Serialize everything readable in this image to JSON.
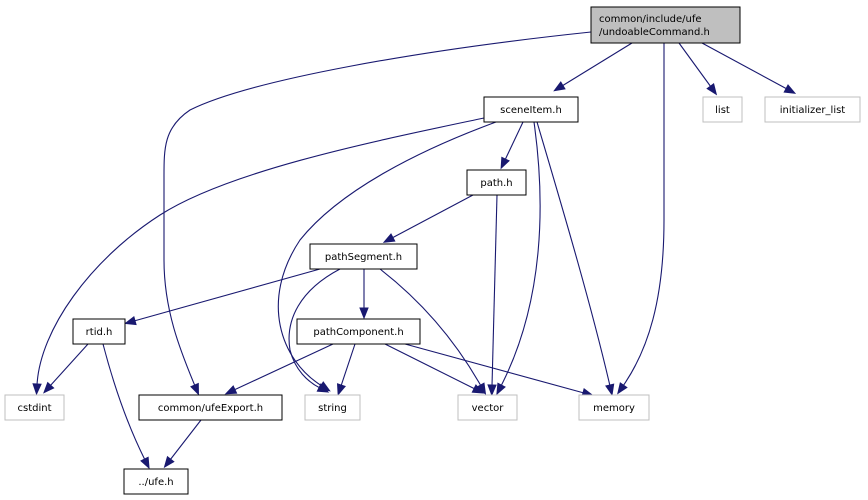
{
  "title": "Include dependency graph for undoableCommand.h",
  "colors": {
    "edge": "#191970",
    "root_fill": "#bfbfbf",
    "node_border": "#000000",
    "external_border": "#bfbfbf",
    "background": "#ffffff"
  },
  "nodes": [
    {
      "id": "undoableCommand",
      "lines": [
        "common/include/ufe",
        "/undoableCommand.h"
      ],
      "kind": "root"
    },
    {
      "id": "sceneItem",
      "lines": [
        "sceneItem.h"
      ],
      "kind": "internal"
    },
    {
      "id": "list",
      "lines": [
        "list"
      ],
      "kind": "external"
    },
    {
      "id": "initializer_list",
      "lines": [
        "initializer_list"
      ],
      "kind": "external"
    },
    {
      "id": "path",
      "lines": [
        "path.h"
      ],
      "kind": "internal"
    },
    {
      "id": "pathSegment",
      "lines": [
        "pathSegment.h"
      ],
      "kind": "internal"
    },
    {
      "id": "rtid",
      "lines": [
        "rtid.h"
      ],
      "kind": "internal"
    },
    {
      "id": "pathComponent",
      "lines": [
        "pathComponent.h"
      ],
      "kind": "internal"
    },
    {
      "id": "cstdint",
      "lines": [
        "cstdint"
      ],
      "kind": "external"
    },
    {
      "id": "ufeExport",
      "lines": [
        "common/ufeExport.h"
      ],
      "kind": "internal"
    },
    {
      "id": "string",
      "lines": [
        "string"
      ],
      "kind": "external"
    },
    {
      "id": "vector",
      "lines": [
        "vector"
      ],
      "kind": "external"
    },
    {
      "id": "memory",
      "lines": [
        "memory"
      ],
      "kind": "external"
    },
    {
      "id": "ufe",
      "lines": [
        "../ufe.h"
      ],
      "kind": "internal"
    }
  ],
  "edges": [
    {
      "from": "undoableCommand",
      "to": "sceneItem"
    },
    {
      "from": "undoableCommand",
      "to": "list"
    },
    {
      "from": "undoableCommand",
      "to": "initializer_list"
    },
    {
      "from": "undoableCommand",
      "to": "memory"
    },
    {
      "from": "undoableCommand",
      "to": "ufeExport"
    },
    {
      "from": "sceneItem",
      "to": "path"
    },
    {
      "from": "sceneItem",
      "to": "cstdint"
    },
    {
      "from": "sceneItem",
      "to": "string"
    },
    {
      "from": "sceneItem",
      "to": "vector"
    },
    {
      "from": "sceneItem",
      "to": "memory"
    },
    {
      "from": "path",
      "to": "pathSegment"
    },
    {
      "from": "path",
      "to": "vector"
    },
    {
      "from": "pathSegment",
      "to": "rtid"
    },
    {
      "from": "pathSegment",
      "to": "pathComponent"
    },
    {
      "from": "pathSegment",
      "to": "string"
    },
    {
      "from": "pathSegment",
      "to": "vector"
    },
    {
      "from": "rtid",
      "to": "cstdint"
    },
    {
      "from": "rtid",
      "to": "ufe"
    },
    {
      "from": "pathComponent",
      "to": "ufeExport"
    },
    {
      "from": "pathComponent",
      "to": "string"
    },
    {
      "from": "pathComponent",
      "to": "vector"
    },
    {
      "from": "pathComponent",
      "to": "memory"
    },
    {
      "from": "ufeExport",
      "to": "ufe"
    }
  ]
}
